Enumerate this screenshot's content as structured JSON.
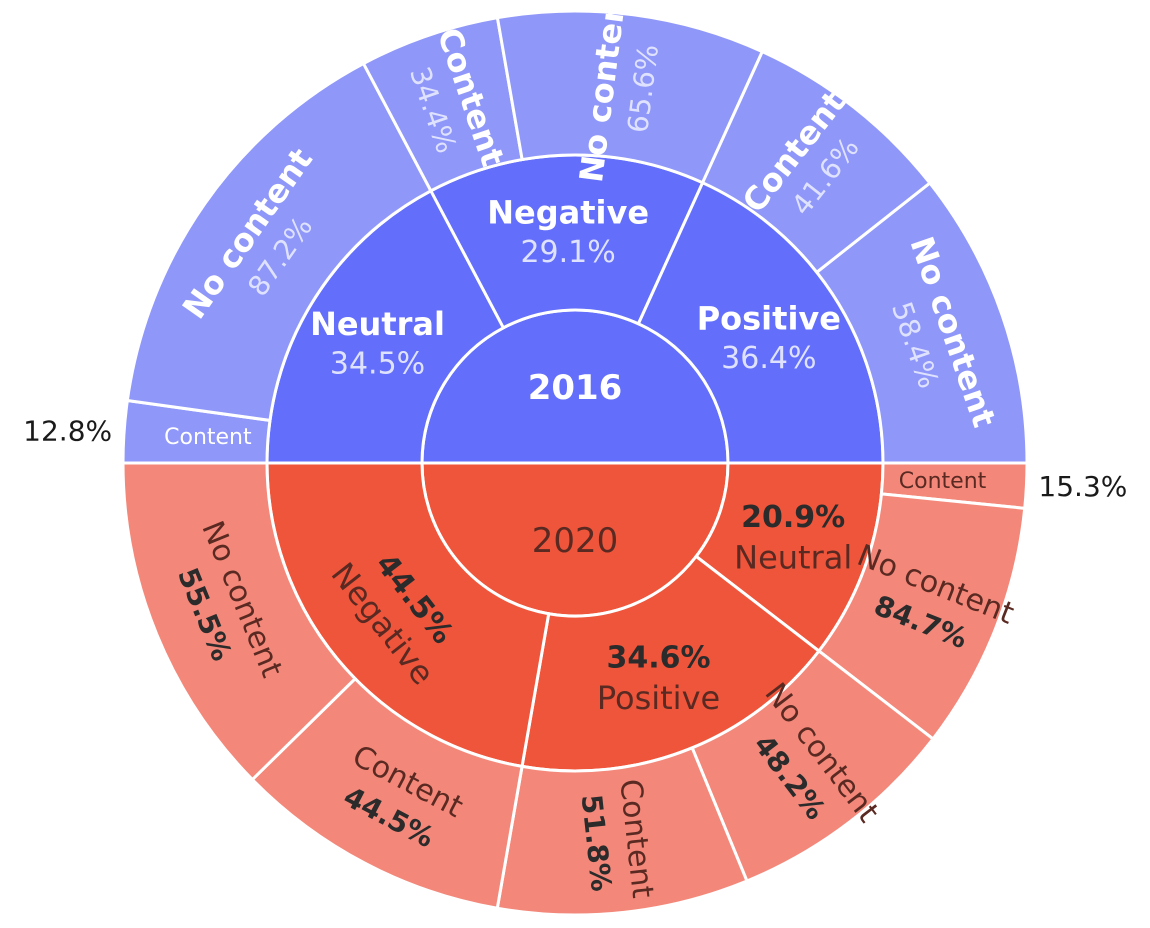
{
  "chart_data": {
    "type": "sunburst",
    "colors": {
      "2016_inner": "#636efa",
      "2016_mid": "#636efa",
      "2016_outer": "#8f97f9",
      "2020_inner": "#ef553b",
      "2020_mid": "#ef553b",
      "2020_outer": "#f3887a",
      "edge": "#ffffff",
      "light_text": "#ffffff",
      "faint_text": "#dfe2ff",
      "dark_text": "#2b2b2b",
      "outside_text": "#1a1a1a"
    },
    "root": [
      {
        "name": "2016",
        "group": "2016",
        "children": [
          {
            "name": "Neutral",
            "percent": "34.5%",
            "children": [
              {
                "name": "Content",
                "percent": "12.8%"
              },
              {
                "name": "No content",
                "percent": "87.2%"
              }
            ]
          },
          {
            "name": "Negative",
            "percent": "29.1%",
            "children": [
              {
                "name": "Content",
                "percent": "34.4%"
              },
              {
                "name": "No content",
                "percent": "65.6%"
              }
            ]
          },
          {
            "name": "Positive",
            "percent": "36.4%",
            "children": [
              {
                "name": "Content",
                "percent": "41.6%"
              },
              {
                "name": "No content",
                "percent": "58.4%"
              }
            ]
          }
        ]
      },
      {
        "name": "2020",
        "group": "2020",
        "children": [
          {
            "name": "Neutral",
            "percent": "20.9%",
            "children": [
              {
                "name": "Content",
                "percent": "15.3%"
              },
              {
                "name": "No content",
                "percent": "84.7%"
              }
            ]
          },
          {
            "name": "Positive",
            "percent": "34.6%",
            "children": [
              {
                "name": "No content",
                "percent": "48.2%"
              },
              {
                "name": "Content",
                "percent": "51.8%"
              }
            ]
          },
          {
            "name": "Negative",
            "percent": "44.5%",
            "children": [
              {
                "name": "Content",
                "percent": "44.5%"
              },
              {
                "name": "No content",
                "percent": "55.5%"
              }
            ]
          }
        ]
      }
    ]
  }
}
